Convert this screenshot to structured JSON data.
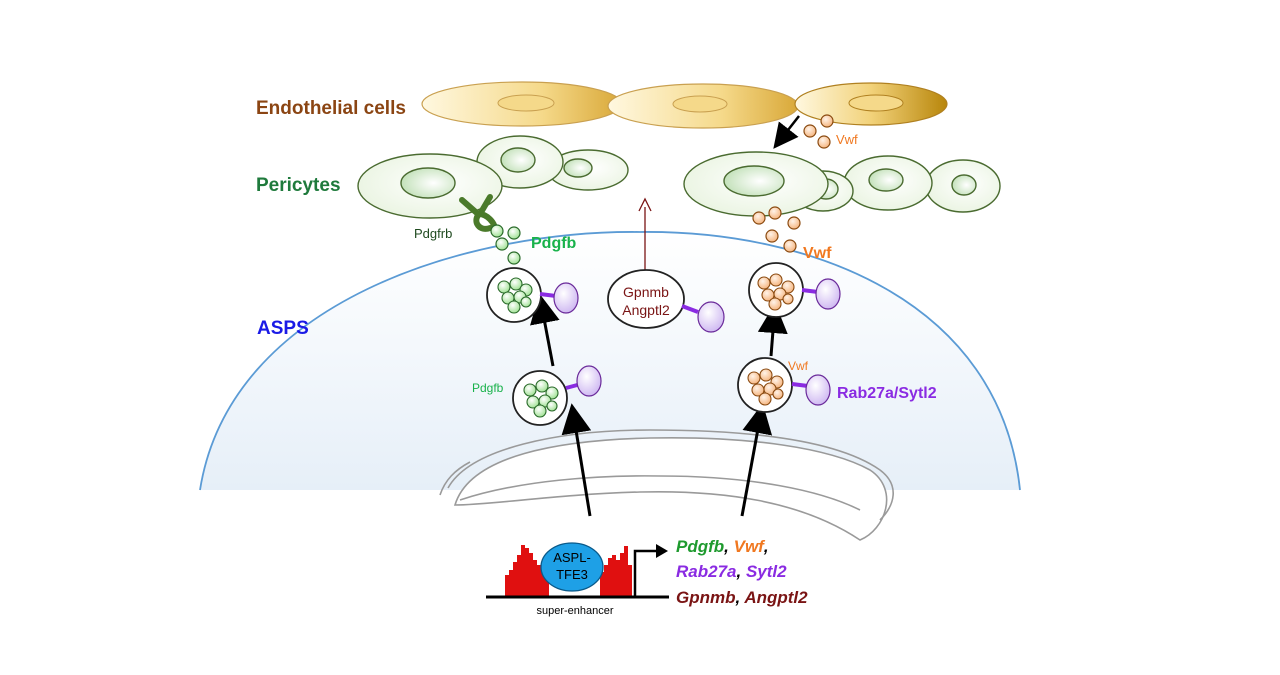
{
  "labels": {
    "endothelial": "Endothelial cells",
    "pericytes": "Pericytes",
    "asps": "ASPS",
    "pdgfrb": "Pdgfrb",
    "pdgfb_top": "Pdgfb",
    "pdgfb_small": "Pdgfb",
    "vwf_top": "Vwf",
    "vwf_mid": "Vwf",
    "vwf_small": "Vwf",
    "gpnmb": "Gpnmb",
    "angptl2": "Angptl2",
    "rab27a_sytl2": "Rab27a/Sytl2",
    "aspl_line1": "ASPL-",
    "aspl_line2": "TFE3",
    "super_enhancer": "super-enhancer"
  },
  "genes": {
    "line1": [
      {
        "text": "Pdgfb",
        "color": "#1e9a2e"
      },
      {
        "text": ", ",
        "color": "#000000"
      },
      {
        "text": "Vwf",
        "color": "#f07820"
      },
      {
        "text": ",",
        "color": "#000000"
      }
    ],
    "line2": [
      {
        "text": "Rab27a",
        "color": "#8a2be2"
      },
      {
        "text": ", ",
        "color": "#000000"
      },
      {
        "text": "Sytl2",
        "color": "#8a2be2"
      }
    ],
    "line3": [
      {
        "text": "Gpnmb",
        "color": "#7a1414"
      },
      {
        "text": ", ",
        "color": "#000000"
      },
      {
        "text": "Angptl2",
        "color": "#7a1414"
      }
    ]
  },
  "colors": {
    "endothelial_text": "#8b4513",
    "pericyte_text": "#1f7a3c",
    "asps_text": "#1a1ae6",
    "pdgfb": "#19b24b",
    "vwf": "#f07820",
    "rab": "#8a2be2",
    "gpnmb": "#7a1414",
    "aspl_fill": "#1ea0e6",
    "peaks": "#e01010",
    "cell_membrane": "#5b9bd5"
  }
}
